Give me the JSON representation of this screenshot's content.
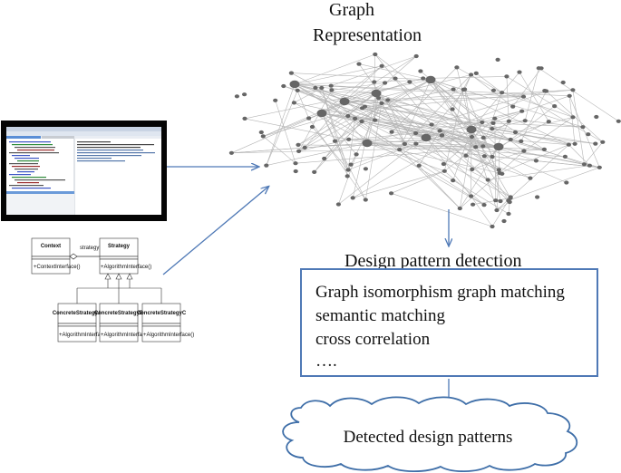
{
  "diagram": {
    "graph_representation": [
      "Graph",
      "Representation"
    ],
    "design_pattern_detection": {
      "title": "Design pattern detection",
      "methods": [
        "Graph isomorphism graph matching",
        "semantic matching",
        "cross correlation",
        "…."
      ]
    },
    "result": "Detected design patterns",
    "uml": {
      "context": {
        "name": "Context",
        "operation": "+ContextInterface()"
      },
      "association_label": "strategy",
      "strategy": {
        "name": "Strategy",
        "operation": "+AlgorithmInterface()"
      },
      "concrete": [
        {
          "name": "ConcreteStrategyA",
          "operation": "+AlgorithmInterface()"
        },
        {
          "name": "ConcreteStrategyB",
          "operation": "+AlgorithmInterface()"
        },
        {
          "name": "ConcreteStrategyC",
          "operation": "+AlgorithmInterface()"
        }
      ]
    },
    "colors": {
      "arrow": "#4f79b6",
      "box_border": "#4f79b6",
      "node": "#666666",
      "edge": "#b5b5b5"
    }
  }
}
